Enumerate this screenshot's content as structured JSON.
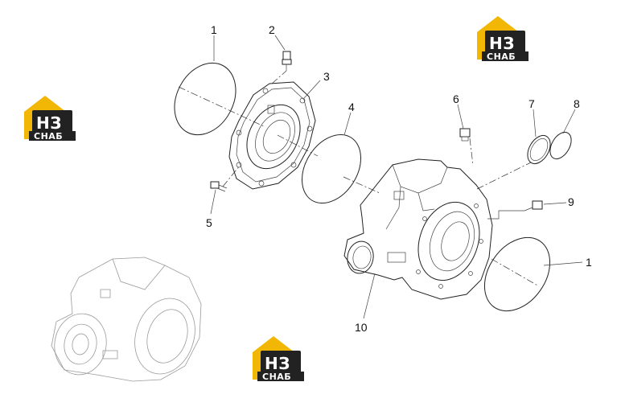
{
  "watermark": {
    "brand": "НЗ",
    "text": "СНАБ",
    "colors": {
      "accent": "#f2b705",
      "dark": "#222222"
    }
  },
  "callouts": [
    {
      "id": "c1a",
      "label": "1"
    },
    {
      "id": "c2",
      "label": "2"
    },
    {
      "id": "c3",
      "label": "3"
    },
    {
      "id": "c4",
      "label": "4"
    },
    {
      "id": "c5",
      "label": "5"
    },
    {
      "id": "c6",
      "label": "6"
    },
    {
      "id": "c7",
      "label": "7"
    },
    {
      "id": "c8",
      "label": "8"
    },
    {
      "id": "c9",
      "label": "9"
    },
    {
      "id": "c1b",
      "label": "1"
    },
    {
      "id": "c10",
      "label": "10"
    }
  ]
}
